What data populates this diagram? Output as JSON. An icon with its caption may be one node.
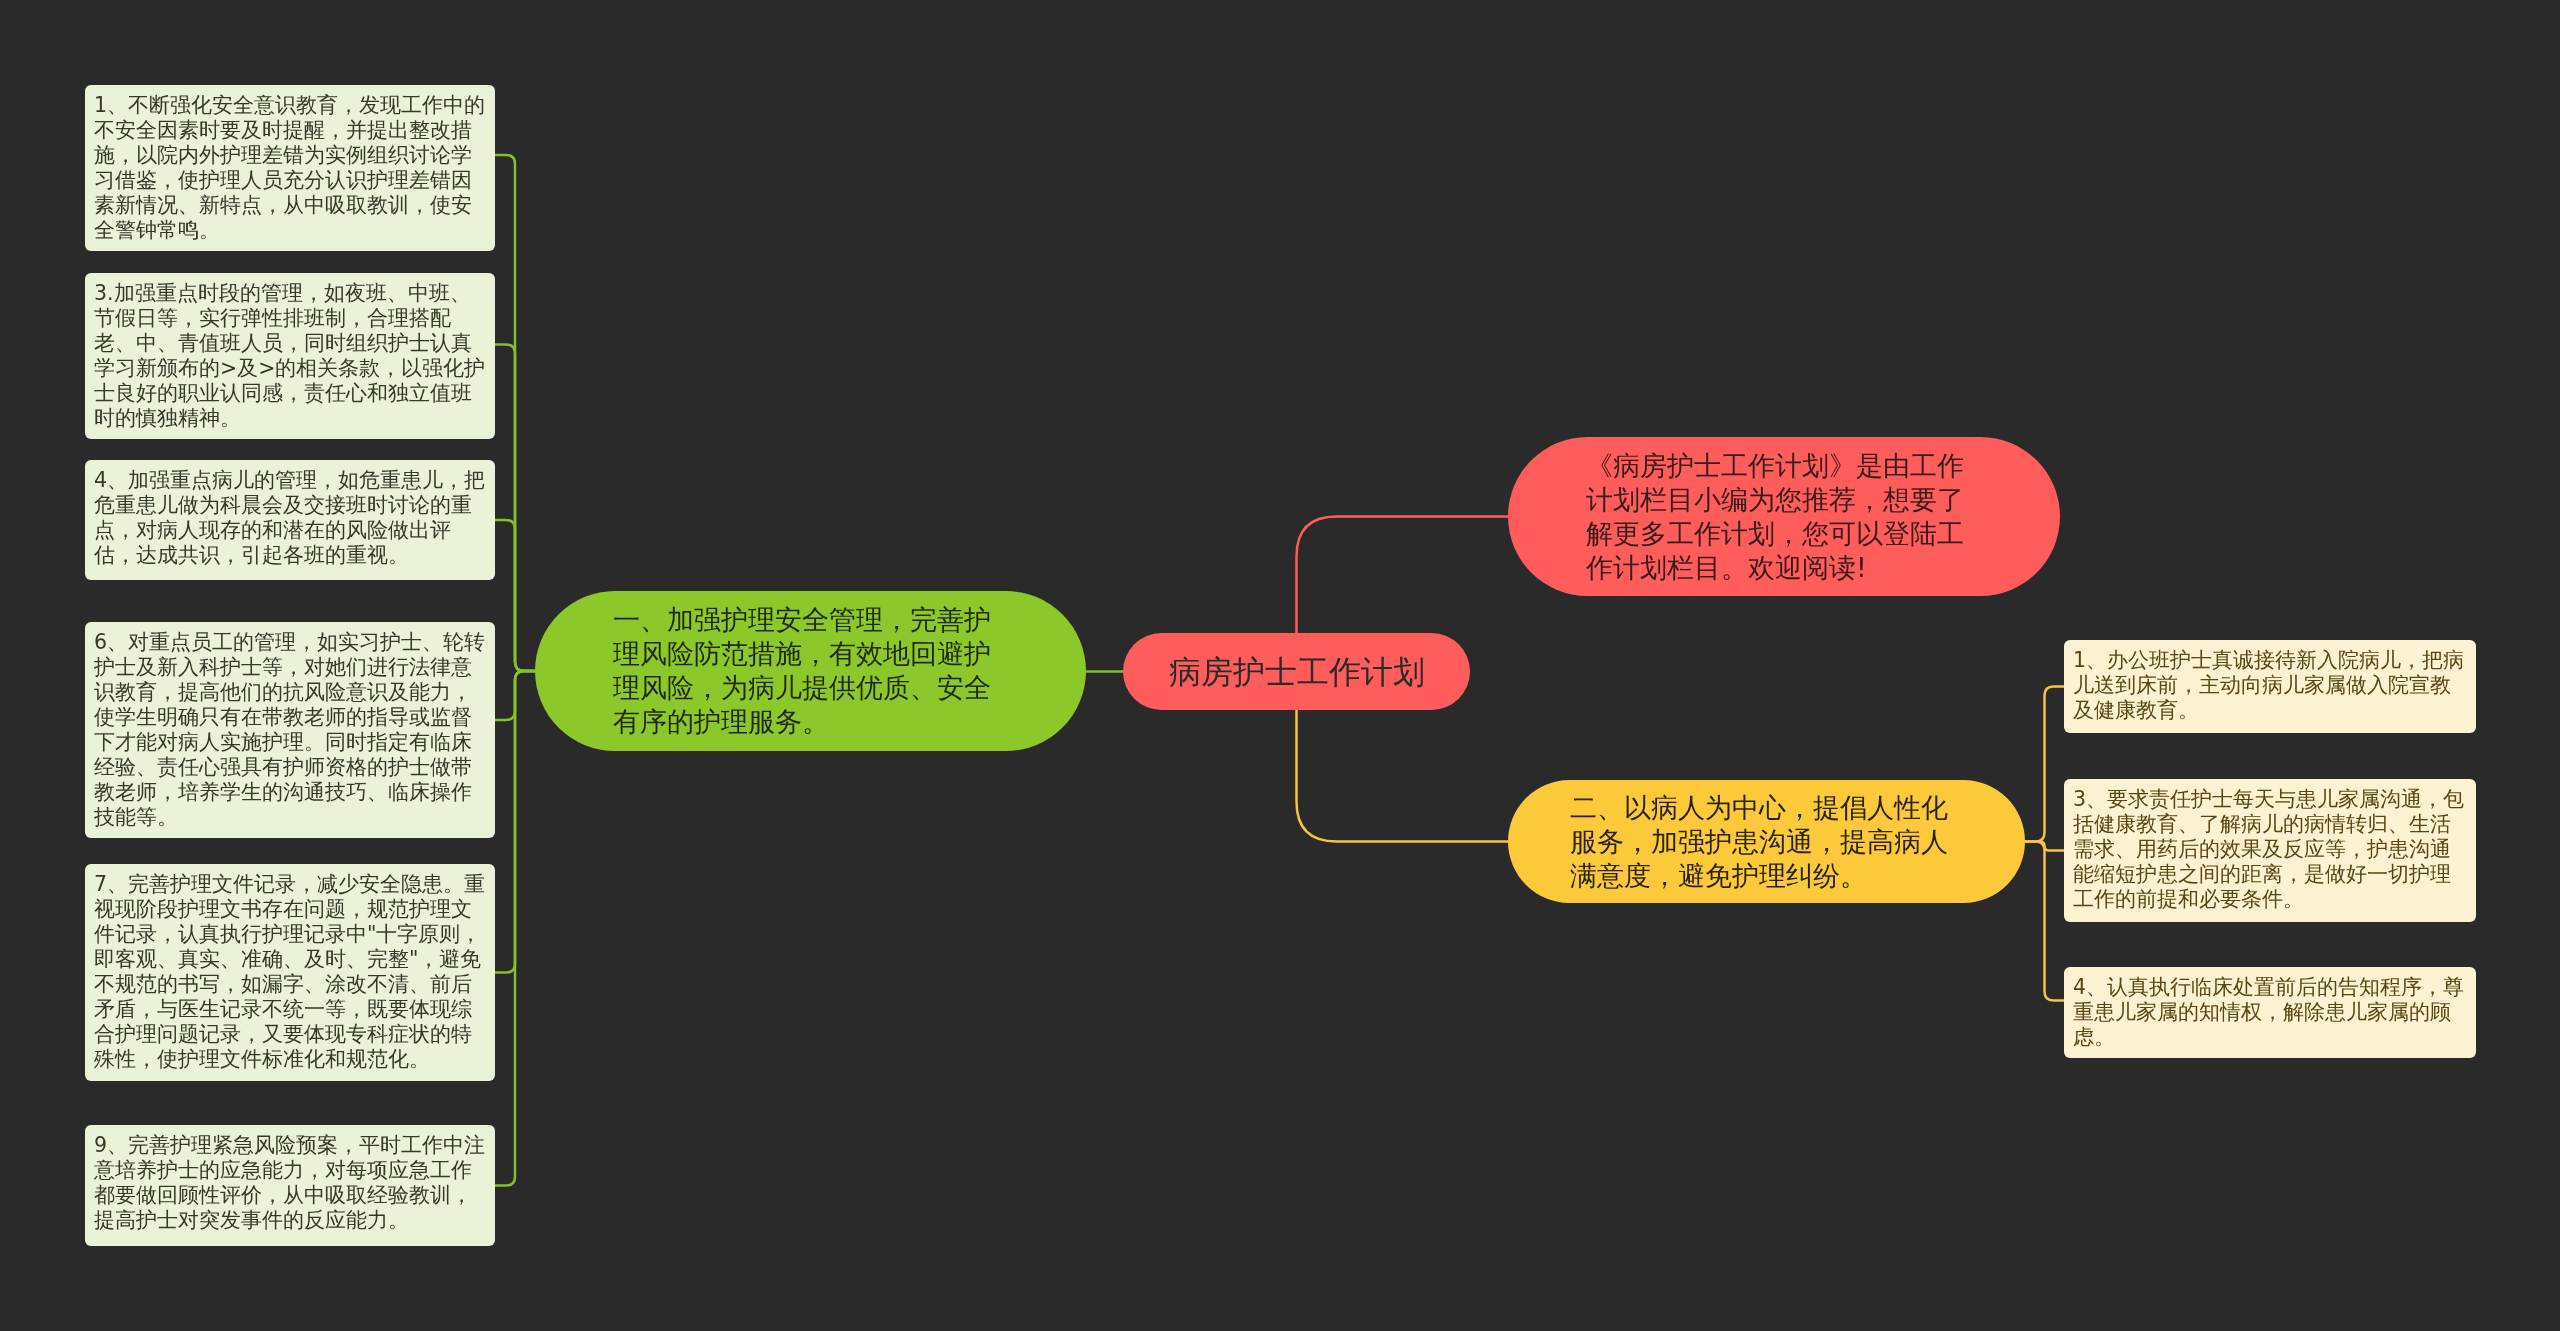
{
  "diagram": {
    "nodes": [
      {
        "text": [
          "病房护士工作计划"
        ]
      },
      {
        "text": [
          "一、加强护理安全管理，完善护理风险防范措施，有效地回避护理风险，为病儿提供优质、安全有序的护理服务。"
        ]
      },
      {
        "text": [
          "1、不断强化安全意识教育，发现工作中的不安全因素时要及时提醒，并提出整改措施，以院内外护理差错为实例组织讨论学习借鉴，使护理人员充分认识护理差错因素新情况、新特点，从中吸取教训，使安全警钟常鸣。"
        ]
      },
      {
        "text": [
          "3.加强重点时段的管理，如夜班、中班、节假日等，实行弹性排班制，合理搭配老、中、青值班人员，同时组织护士认真学习新颁布的>及>的相关条款，以强化护士良好的职业认同感，责任心和独立值班时的慎独精神。"
        ]
      },
      {
        "text": [
          "4、加强重点病儿的管理，如危重患儿，把危重患儿做为科晨会及交接班时讨论的重点，对病人现存的和潜在的风险做出评估，达成共识，引起各班的重视。"
        ]
      },
      {
        "text": [
          "6、对重点员工的管理，如实习护士、轮转护士及新入科护士等，对她们进行法律意识教育，提高他们的抗风险意识及能力，使学生明确只有在带教老师的指导或监督下才能对病人实施护理。同时指定有临床经验、责任心强具有护师资格的护士做带教老师，培养学生的沟通技巧、临床操作技能等。"
        ]
      },
      {
        "text": [
          "7、完善护理文件记录，减少安全隐患。重视现阶段护理文书存在问题，规范护理文件记录，认真执行护理记录中\"十字原则，即客观、真实、准确、及时、完整\"，避免不规范的书写，如漏字、涂改不清、前后矛盾，与医生记录不统一等，既要体现综合护理问题记录，又要体现专科症状的特殊性，使护理文件标准化和规范化。"
        ]
      },
      {
        "text": [
          "9、完善护理紧急风险预案，平时工作中注意培养护士的应急能力，对每项应急工作都要做回顾性评价，从中吸取经验教训，提高护士对突发事件的反应能力。"
        ]
      },
      {
        "text": [
          "《病房护士工作计划》是由工作计划栏目小编为您推荐，想要了解更多工作计划，您可以登陆工作计划栏目。欢迎阅读!"
        ]
      },
      {
        "text": [
          "二、以病人为中心，提倡人性化服务，加强护患沟通，提高病人满意度，避免护理纠纷。"
        ]
      },
      {
        "text": [
          "1、办公班护士真诚接待新入院病儿，把病儿送到床前，主动向病儿家属做入院宣教及健康教育。"
        ]
      },
      {
        "text": [
          "3、要求责任护士每天与患儿家属沟通，包括健康教育、了解病儿的病情转归、生活需求、用药后的效果及反应等，护患沟通能缩短护患之间的距离，是做好一切护理工作的前提和必要条件。"
        ]
      },
      {
        "text": [
          "4、认真执行临床处置前后的告知程序，尊重患儿家属的知情权，解除患儿家属的顾虑。"
        ]
      }
    ],
    "edges": [
      {
        "from": 0,
        "to": 1,
        "arrow": "none"
      },
      {
        "from": 1,
        "to": 2,
        "arrow": "none"
      },
      {
        "from": 1,
        "to": 3,
        "arrow": "none"
      },
      {
        "from": 1,
        "to": 4,
        "arrow": "none"
      },
      {
        "from": 1,
        "to": 5,
        "arrow": "none"
      },
      {
        "from": 1,
        "to": 6,
        "arrow": "none"
      },
      {
        "from": 1,
        "to": 7,
        "arrow": "none"
      },
      {
        "from": 0,
        "to": 8,
        "arrow": "none",
        "color": "#ff5c5c"
      },
      {
        "from": 0,
        "to": 9,
        "arrow": "none",
        "color": "#f5c542"
      },
      {
        "from": 9,
        "to": 10,
        "arrow": "none",
        "color": "#f5c542"
      },
      {
        "from": 9,
        "to": 11,
        "arrow": "none",
        "color": "#f5c542"
      },
      {
        "from": 9,
        "to": 12,
        "arrow": "none",
        "color": "#f5c542"
      }
    ]
  }
}
